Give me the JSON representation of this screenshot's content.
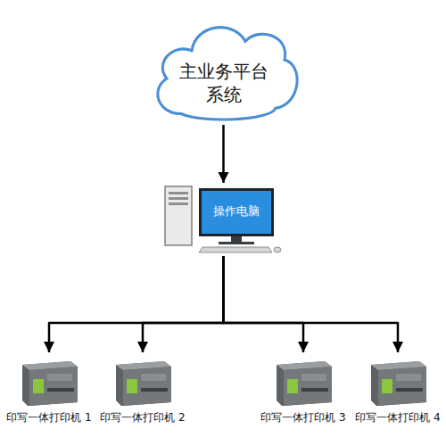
{
  "diagram": {
    "nodes": [
      {
        "text": [
          "主业务平台 系统"
        ]
      },
      {
        "text": [
          "操作电脑"
        ]
      },
      {
        "text": [
          "印写一体打印机 1"
        ]
      },
      {
        "text": [
          "印写一体打印机 2"
        ]
      },
      {
        "text": [
          "印写一体打印机 3"
        ]
      },
      {
        "text": [
          "印写一体打印机 4"
        ]
      }
    ],
    "edges": [
      {
        "from": 0,
        "to": 1,
        "arrow": "to"
      },
      {
        "from": 1,
        "to": 2,
        "arrow": "to"
      },
      {
        "from": 1,
        "to": 3,
        "arrow": "to"
      },
      {
        "from": 1,
        "to": 4,
        "arrow": "to"
      },
      {
        "from": 1,
        "to": 5,
        "arrow": "to"
      }
    ]
  }
}
